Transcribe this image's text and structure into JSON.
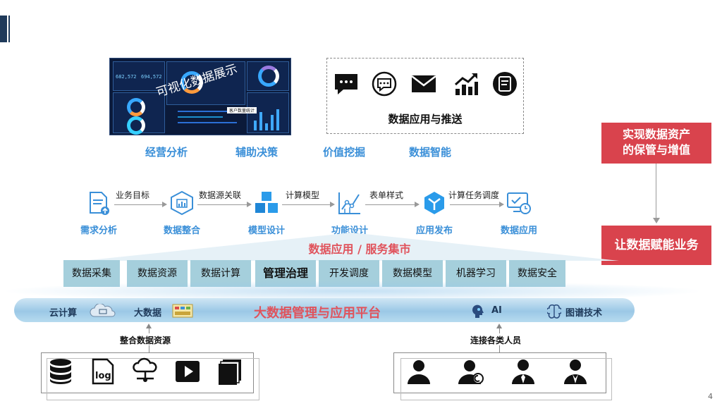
{
  "dashboard": {
    "overlay_text": "可视化数据展示",
    "tag_text": "客户数量统计",
    "numbers": [
      "682,572",
      "694,572"
    ]
  },
  "push": {
    "title": "数据应用与推送",
    "icons": [
      "chat-bubble-icon",
      "speech-circle-icon",
      "mail-icon",
      "trend-chart-icon",
      "note-icon"
    ]
  },
  "categories": [
    "经营分析",
    "辅助决策",
    "价值挖掘",
    "数据智能"
  ],
  "right_boxes": {
    "top": "实现数据资产\n的保管与增值",
    "top_line1": "实现数据资产",
    "top_line2": "的保管与增值",
    "bottom": "让数据赋能业务"
  },
  "flow": {
    "steps": [
      {
        "label": "需求分析",
        "icon": "document-upload-icon"
      },
      {
        "label": "数据整合",
        "icon": "cube-chart-icon"
      },
      {
        "label": "模型设计",
        "icon": "cubes-icon"
      },
      {
        "label": "功能设计",
        "icon": "line-chart-icon"
      },
      {
        "label": "应用发布",
        "icon": "hexagon-check-icon"
      },
      {
        "label": "数据应用",
        "icon": "monitor-clock-icon"
      }
    ],
    "arrows": [
      "业务目标",
      "数据源关联",
      "计算模型",
      "表单样式",
      "计算任务调度"
    ]
  },
  "service_title": "数据应用 / 服务集市",
  "modules": [
    "数据采集",
    "数据资源",
    "数据计算",
    "管理治理",
    "开发调度",
    "数据模型",
    "机器学习",
    "数据安全"
  ],
  "platform": {
    "title": "大数据管理与应用平台",
    "cloud": "云计算",
    "bigdata": "大数据",
    "ai": "AI",
    "graph": "图谱技术"
  },
  "bottom_left_label": "整合数据资源",
  "bottom_right_label": "连接各类人员",
  "page_number": "4",
  "colors": {
    "accent_blue": "#3a8fd8",
    "accent_red": "#e0535c",
    "box_red": "#d9434d",
    "module_bg": "#a5cfdc"
  }
}
